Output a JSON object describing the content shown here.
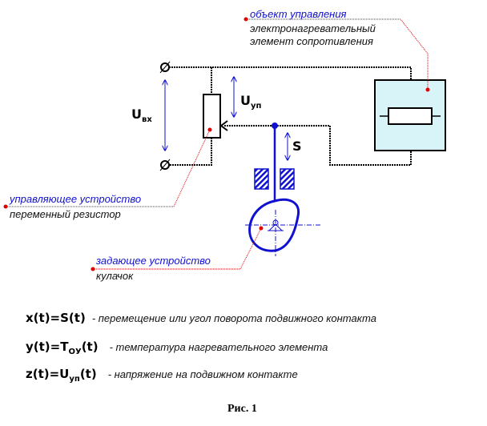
{
  "labels": {
    "object_title": "объект управления",
    "object_line1": "электронагревательный",
    "object_line2": "элемент сопротивления",
    "control_title": "управляющее устройство",
    "control_desc": "переменный резистор",
    "setter_title": "задающее устройство",
    "setter_desc": "кулачок"
  },
  "symbols": {
    "u_in_main": "U",
    "u_in_sub": "вх",
    "u_up_main": "U",
    "u_up_sub": "уп",
    "s": "S"
  },
  "equations": [
    {
      "lhs_a": "x(t)=S(t)",
      "lhs_sub": "",
      "lhs_b": "",
      "desc": "- перемещение или угол поворота подвижного контакта"
    },
    {
      "lhs_a": "y(t)=T",
      "lhs_sub": "ОУ",
      "lhs_b": "(t)",
      "desc": "- температура нагревательного элемента"
    },
    {
      "lhs_a": "z(t)=U",
      "lhs_sub": "уп",
      "lhs_b": "(t)",
      "desc": "- напряжение на подвижном контакте"
    }
  ],
  "caption": "Рис. 1",
  "colors": {
    "wire": "#000000",
    "mechanism": "#1010d0",
    "leader": "#e00000",
    "object_fill": "#d8f4f8"
  }
}
